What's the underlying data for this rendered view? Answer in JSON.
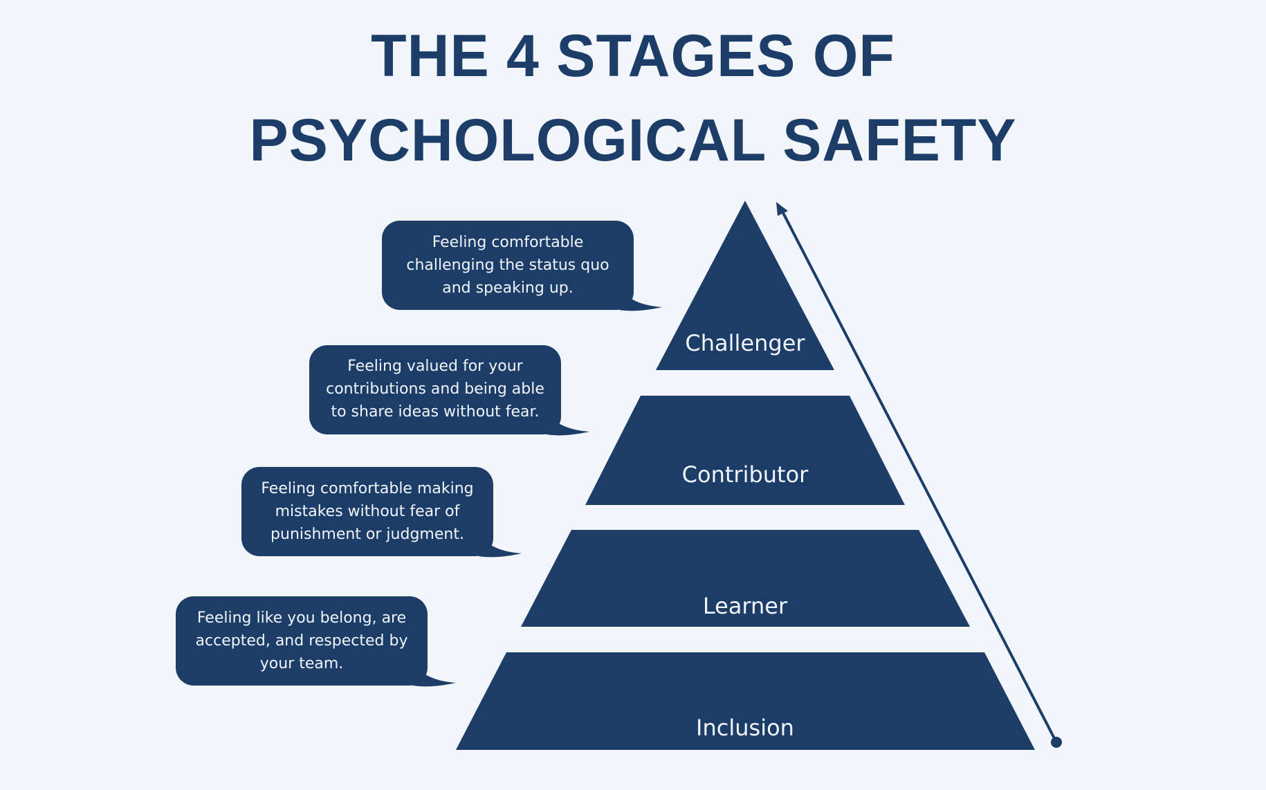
{
  "title": {
    "line1": "THE 4 STAGES OF",
    "line2": "PSYCHOLOGICAL SAFETY"
  },
  "colors": {
    "background": "#f2f5fa",
    "primary": "#1d3d69",
    "text_on_primary": "#f2f5fa"
  },
  "stages": [
    {
      "label": "Challenger",
      "description": [
        "Feeling comfortable",
        "challenging the status quo",
        "and speaking up."
      ]
    },
    {
      "label": "Contributor",
      "description": [
        "Feeling valued for your",
        "contributions and being able",
        "to share ideas without fear."
      ]
    },
    {
      "label": "Learner",
      "description": [
        "Feeling comfortable making",
        "mistakes without fear of",
        "punishment or judgment."
      ]
    },
    {
      "label": "Inclusion",
      "description": [
        "Feeling like you belong, are",
        "accepted, and respected by",
        "your team."
      ]
    }
  ],
  "progress_arrow": {
    "direction": "bottom-to-top",
    "icon": "arrow-up-icon"
  }
}
